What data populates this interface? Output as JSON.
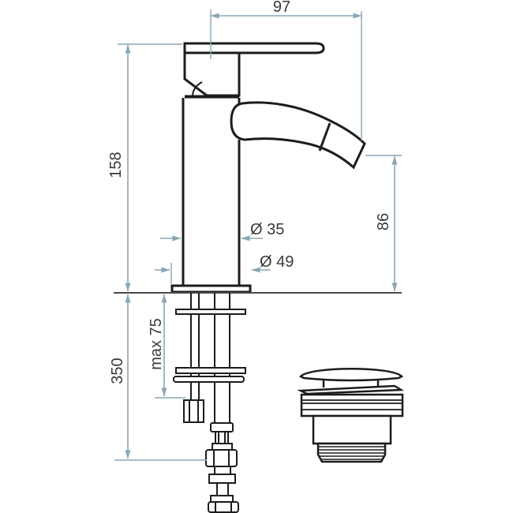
{
  "diagram": {
    "kind": "technical-drawing",
    "dimensions": {
      "spout_projection": "97",
      "total_height": "158",
      "outlet_height": "86",
      "body_diameter": "Ø 35",
      "base_diameter": "Ø 49",
      "max_deck_thickness": "max 75",
      "hose_length": "350"
    },
    "colors": {
      "dimension_lines": "#8aa6b6",
      "dimension_text": "#3a3a3a",
      "drawing_outline": "#1c1c1c",
      "mounting_surface_line": "#4a4a4a",
      "background": "#ffffff"
    }
  }
}
